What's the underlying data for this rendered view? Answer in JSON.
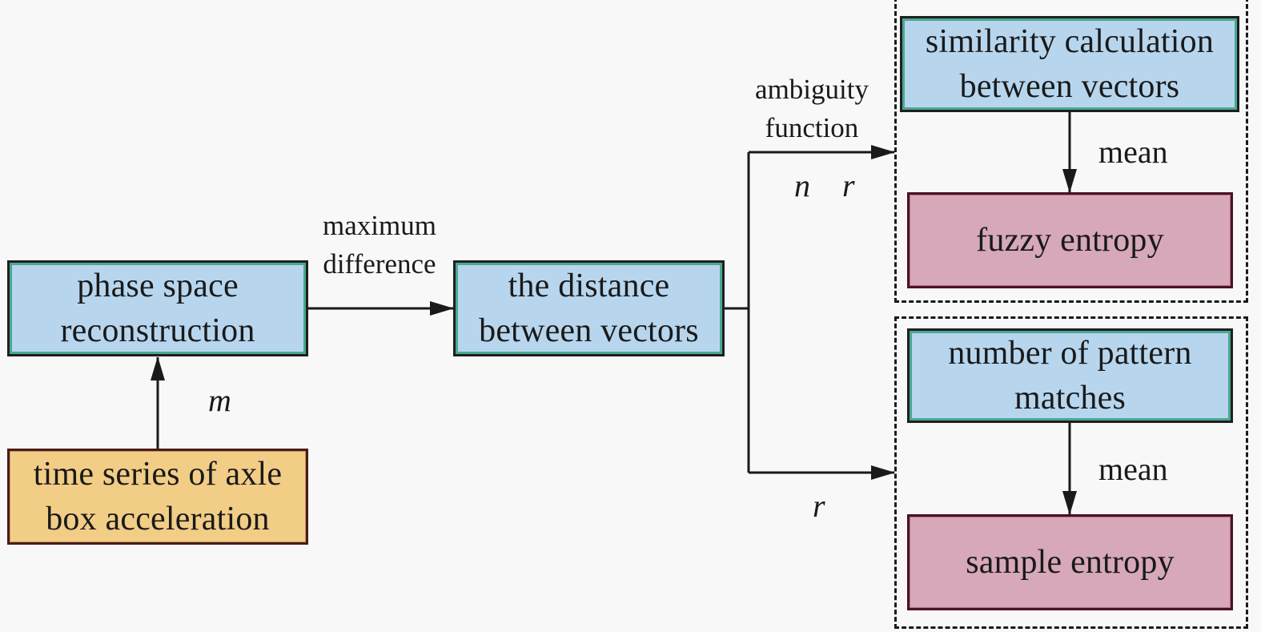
{
  "nodes": {
    "phase_space": "phase space\nreconstruction",
    "distance": "the distance\nbetween vectors",
    "time_series": "time series of axle\nbox acceleration",
    "similarity": "similarity calculation\nbetween vectors",
    "fuzzy_entropy": "fuzzy entropy",
    "pattern_matches": "number of pattern\nmatches",
    "sample_entropy": "sample entropy"
  },
  "edge_labels": {
    "maximum_difference": "maximum\ndifference",
    "ambiguity_function": "ambiguity\nfunction",
    "mean_fuzzy": "mean",
    "mean_sample": "mean"
  },
  "parameters": {
    "m": "m",
    "n": "n",
    "r_fuzzy": "r",
    "r_sample": "r"
  },
  "colors": {
    "process_box": "#b7d6ee",
    "process_box_inner_border": "#4aa893",
    "input_box": "#f2cd86",
    "output_box": "#d6a8b9",
    "line": "#1a1a1a"
  }
}
